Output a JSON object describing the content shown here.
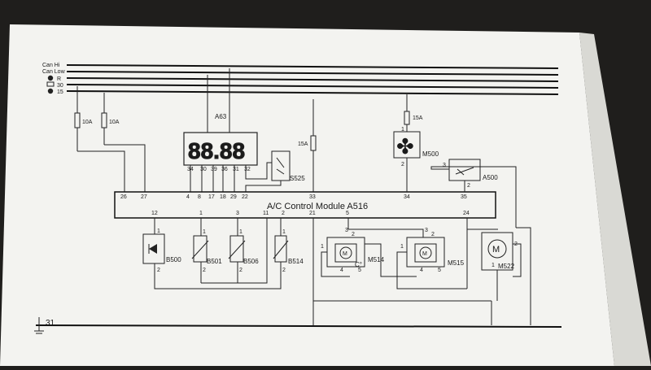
{
  "page": {
    "number": "31",
    "background": "#eeeeea",
    "paper": "#f4f4f1"
  },
  "rails": [
    {
      "label": "Can Hi",
      "icon": null
    },
    {
      "label": "Can Low",
      "icon": null
    },
    {
      "label": "R",
      "icon": "ignition-r-icon"
    },
    {
      "label": "30",
      "icon": "battery-icon"
    },
    {
      "label": "15",
      "icon": "ignition-15-icon"
    }
  ],
  "fuses": [
    {
      "label": "10A"
    },
    {
      "label": "10A"
    },
    {
      "label": "15A"
    },
    {
      "label": "15A"
    }
  ],
  "display": {
    "name": "A63",
    "digits": "88.88",
    "pins": [
      "34",
      "30",
      "39",
      "36",
      "31",
      "32"
    ]
  },
  "switch": {
    "name": "S525"
  },
  "module": {
    "title": "A/C Control Module A516",
    "top_pins": [
      "26",
      "27",
      "4",
      "8",
      "17",
      "18",
      "29",
      "22",
      "33",
      "34",
      "35"
    ],
    "bottom_pins": [
      "12",
      "1",
      "3",
      "11",
      "2",
      "21",
      "5",
      "24"
    ]
  },
  "fan": {
    "name": "M500",
    "pin_top": "1",
    "pin_bottom": "2"
  },
  "a500": {
    "name": "A500",
    "pin_left": "3",
    "pin_bottom": "2"
  },
  "sensors": [
    {
      "name": "B500",
      "pin_top": "1",
      "pin_bottom": "2"
    },
    {
      "name": "B501",
      "pin_top": "1",
      "pin_bottom": "2"
    },
    {
      "name": "B506",
      "pin_top": "1",
      "pin_bottom": "2"
    },
    {
      "name": "B514",
      "pin_top": "1",
      "pin_bottom": "2"
    }
  ],
  "actuators": [
    {
      "name": "M514",
      "extra": "C°",
      "pins": [
        "1",
        "2",
        "3",
        "4",
        "5"
      ]
    },
    {
      "name": "M515",
      "pins": [
        "1",
        "2",
        "3",
        "4",
        "5"
      ]
    },
    {
      "name": "M522",
      "pins": [
        "1",
        "2"
      ]
    }
  ]
}
